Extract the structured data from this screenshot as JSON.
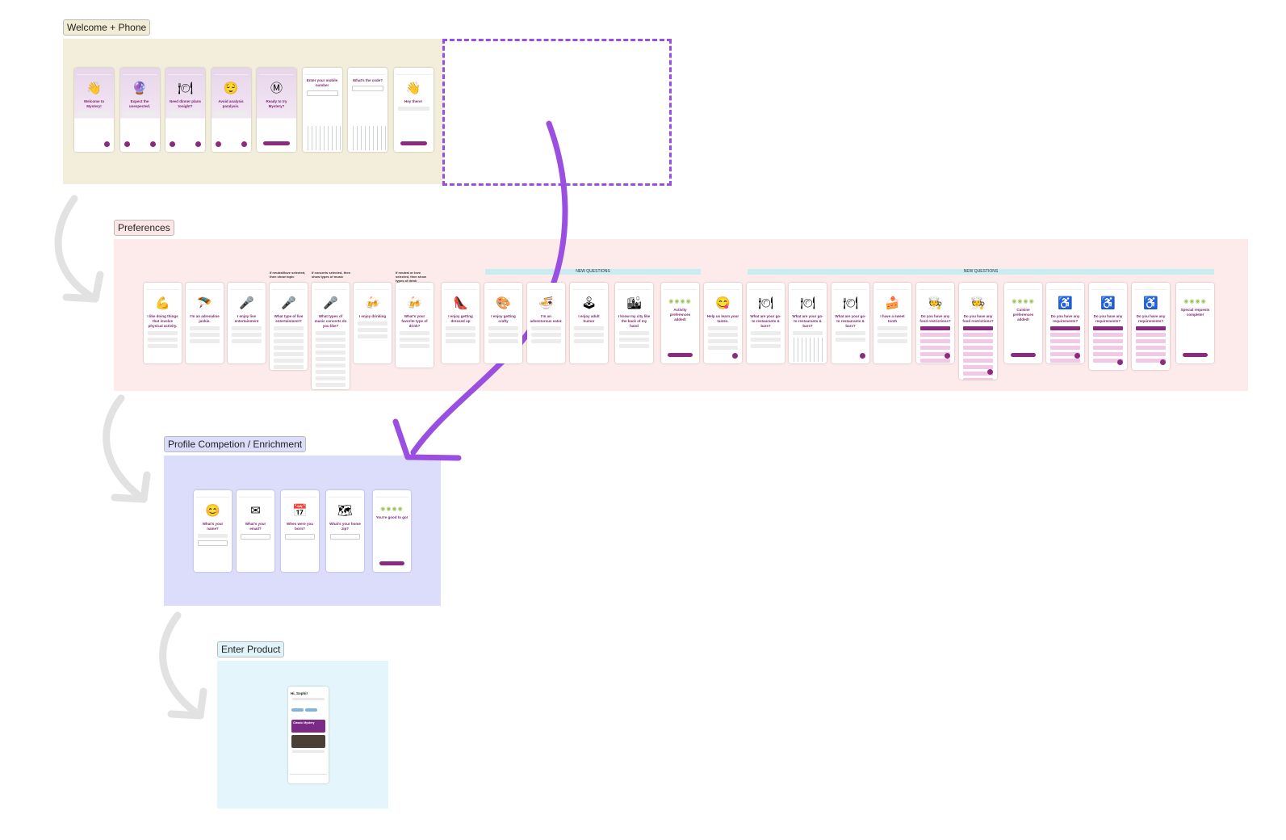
{
  "sections": {
    "welcome": "Welcome + Phone",
    "preferences": "Preferences",
    "profile": "Profile Competion / Enrichment",
    "enter": "Enter Product"
  },
  "welcome_screens": [
    {
      "emoji": "👋",
      "title": "Welcome to Mystery!"
    },
    {
      "emoji": "🔮",
      "title": "Expect the unexpected."
    },
    {
      "emoji": "🍽",
      "title": "Need dinner plans tonight?"
    },
    {
      "emoji": "😌",
      "title": "Avoid analysis paralysis."
    },
    {
      "emoji": "Ⓜ",
      "title": "Ready to try Mystery?"
    },
    {
      "emoji": "",
      "title": "Enter your mobile number"
    },
    {
      "emoji": "",
      "title": "What's the code?"
    },
    {
      "emoji": "👋",
      "title": "Hey there!"
    }
  ],
  "banners": {
    "new_questions_1": "NEW QUESTIONS",
    "new_questions_2": "NEW QUESTIONS"
  },
  "notes": {
    "note1": "If neutral/love selected, then show topic",
    "note2": "If concerts selected, then show types of music",
    "note3": "If neutral or love selected, then show types of drink"
  },
  "pref_screens": [
    {
      "emoji": "💪",
      "title": "I like doing things that involve physical activity."
    },
    {
      "emoji": "🪂",
      "title": "I'm an adrenaline junkie."
    },
    {
      "emoji": "🎤",
      "title": "I enjoy live entertainment"
    },
    {
      "emoji": "🎤",
      "title": "What type of live entertainment?"
    },
    {
      "emoji": "🎤",
      "title": "What types of music concerts do you like?"
    },
    {
      "emoji": "🍻",
      "title": "I enjoy drinking"
    },
    {
      "emoji": "🍻",
      "title": "What's your favorite type of drink?"
    },
    {
      "emoji": "👠",
      "title": "I enjoy getting dressed up"
    },
    {
      "emoji": "🎨",
      "title": "I enjoy getting crafty"
    },
    {
      "emoji": "🍜",
      "title": "I'm an adventurous eater."
    },
    {
      "emoji": "🕹",
      "title": "I enjoy adult humor"
    },
    {
      "emoji": "🏙",
      "title": "I know my city like the back of my hand"
    },
    {
      "emoji": "",
      "title": "Activity preferences added!"
    },
    {
      "emoji": "😋",
      "title": "Help us learn your tastes."
    },
    {
      "emoji": "🍽",
      "title": "What are your go-to restaurants & bars?"
    },
    {
      "emoji": "🍽",
      "title": "What are your go-to restaurants & bars?"
    },
    {
      "emoji": "🍽",
      "title": "What are your go-to restaurants & bars?"
    },
    {
      "emoji": "🍰",
      "title": "I have a sweet tooth"
    },
    {
      "emoji": "🧑‍🍳",
      "title": "Do you have any food restrictions?"
    },
    {
      "emoji": "🧑‍🍳",
      "title": "Do you have any food restrictions?"
    },
    {
      "emoji": "",
      "title": "Cuisine preferences added!"
    },
    {
      "emoji": "♿",
      "title": "Do you have any requirements?"
    },
    {
      "emoji": "♿",
      "title": "Do you have any requirements?"
    },
    {
      "emoji": "♿",
      "title": "Do you have any requirements?"
    },
    {
      "emoji": "",
      "title": "Special requests complete!"
    }
  ],
  "profile_screens": [
    {
      "emoji": "😊",
      "title": "What's your name?"
    },
    {
      "emoji": "✉",
      "title": "What's your email?"
    },
    {
      "emoji": "📅",
      "title": "When were you born?"
    },
    {
      "emoji": "🗺",
      "title": "What's your home zip?"
    },
    {
      "emoji": "",
      "title": "You're good to go!"
    }
  ],
  "product": {
    "greeting": "Hi, Sophi!",
    "card_title": "Classic Mystery"
  }
}
